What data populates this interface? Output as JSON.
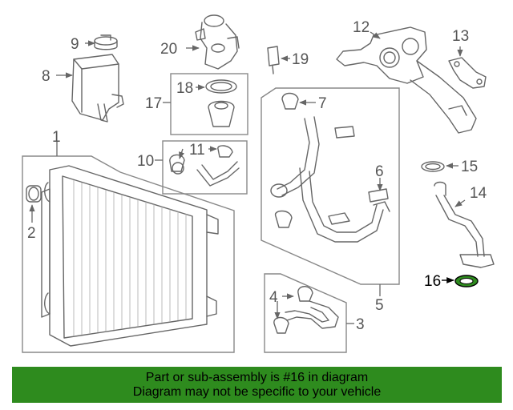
{
  "diagram": {
    "callouts": {
      "c1": "1",
      "c2": "2",
      "c3": "3",
      "c4": "4",
      "c5": "5",
      "c6": "6",
      "c7": "7",
      "c8": "8",
      "c9": "9",
      "c10": "10",
      "c11": "11",
      "c12": "12",
      "c13": "13",
      "c14": "14",
      "c15": "15",
      "c16": "16",
      "c17": "17",
      "c18": "18",
      "c19": "19",
      "c20": "20"
    },
    "highlighted_part": "16",
    "highlight_color": "#2e8b1e"
  },
  "banner": {
    "line1": "Part or sub-assembly is #16 in diagram",
    "line2": "Diagram may not be specific to your vehicle",
    "background": "#2e8b1e"
  }
}
